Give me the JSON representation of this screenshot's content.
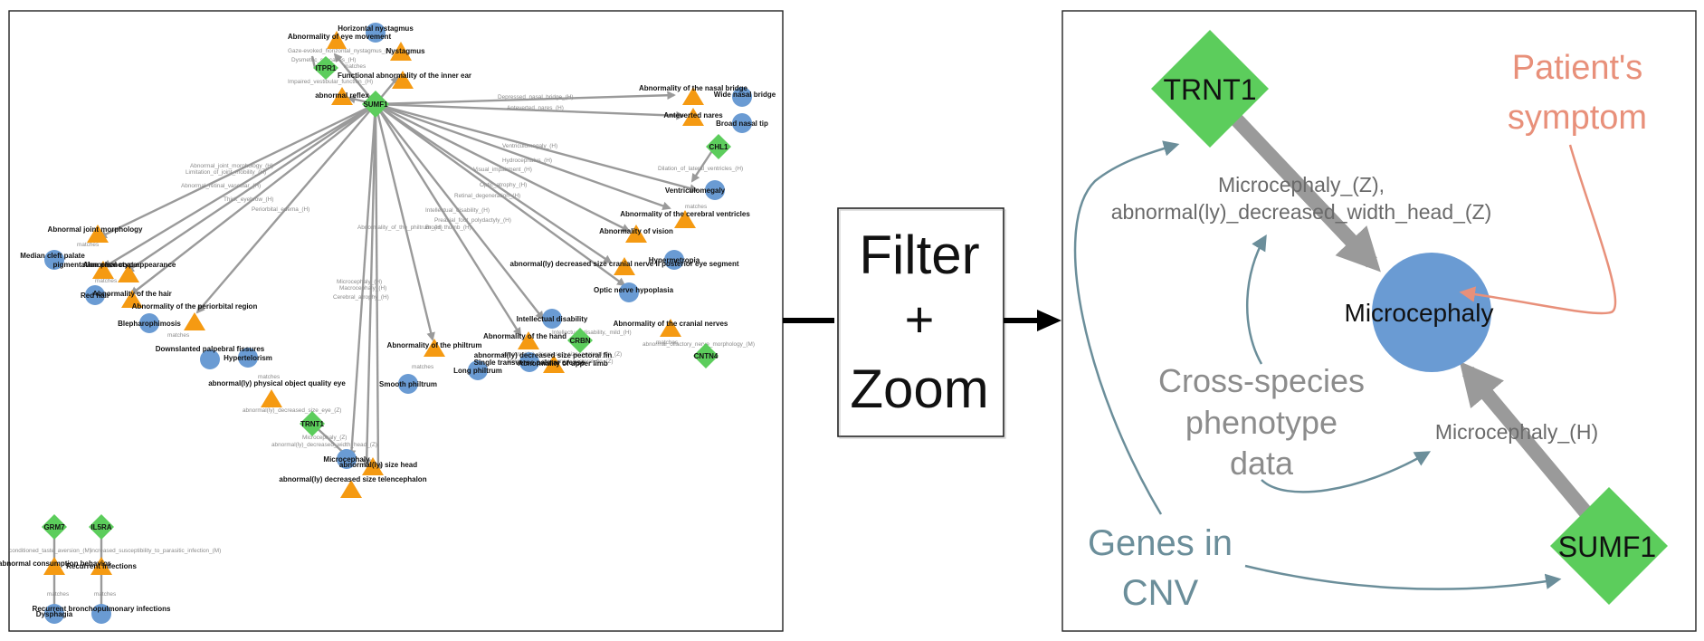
{
  "left_panel": {
    "genes": [
      "ITPR1",
      "SUMF1",
      "CHL1",
      "CRBN",
      "CNTN4",
      "TRNT1",
      "GRM7",
      "IL5RA"
    ],
    "phenotypes": [
      "Horizontal nystagmus",
      "Abnormality of eye movement",
      "Nystagmus",
      "Functional abnormality of the inner ear",
      "abnormal reflex",
      "Abnormality of the nasal bridge",
      "Wide nasal bridge",
      "Anteverted nares",
      "Broad nasal tip",
      "Ventriculomegaly",
      "Abnormality of the cerebral ventricles",
      "Abnormality of vision",
      "Hypermetropia",
      "abnormal(ly) decreased size cranial nerve II posterior eye segment",
      "Optic nerve hypoplasia",
      "Abnormality of the cranial nerves",
      "Intellectual disability",
      "Abnormality of the hand",
      "Single transverse palmar crease",
      "abnormal(ly) decreased size pectoral fin",
      "Abnormality of upper limb",
      "Abnormality of the philtrum",
      "Smooth philtrum",
      "Long philtrum",
      "Abnormal joint morphology",
      "Median cleft palate",
      "pigmentation phenotype",
      "Abnormal coat appearance",
      "Red hair",
      "Abnormality of the hair",
      "Blepharophimosis",
      "Abnormality of the periorbital region",
      "Downslanted palpebral fissures",
      "Hypertelorism",
      "abnormal(ly) physical object quality eye",
      "Microcephaly",
      "abnormal(ly) size head",
      "abnormal(ly) decreased size telencephalon",
      "abnormal consumption behavior",
      "Dysphagia",
      "Recurrent infections",
      "Recurrent bronchopulmonary infections"
    ],
    "edge_labels": [
      "Gaze-evoked_horizontal_nystagmus_(H)",
      "Dysmetric_saccades_(H)",
      "Impaired_vestibular_function_(H)",
      "matches",
      "Depressed_nasal_bridge_(H)",
      "Anteverted_nares_(H)",
      "Dilation_of_lateral_ventricles_(H)",
      "Ventriculomegaly_(H)",
      "Hydrocephalus_(H)",
      "Visual_impairment_(H)",
      "Optic_atrophy_(H)",
      "Retinal_degeneration_(H)",
      "Intellectual_disability_(H)",
      "Preaxial_foot_polydactyly_(H)",
      "Broad_thumb_(H)",
      "Abnormal_joint_morphology_(H)",
      "Limitation_of_joint_mobility_(H)",
      "Abnormal_retinal_vascular_(H)",
      "Thick_eyebrow_(H)",
      "Periorbital_edema_(H)",
      "Abnormality_of_the_philtrum_(H)",
      "Microcephaly_(H)",
      "Macrocephaly_(H)",
      "Cerebral_atrophy_(H)",
      "Intellectual_disability,_mild_(H)",
      "abnormal(ly)_decreased_size_pectoral_fin_(Z)",
      "abnormal(ly)_malformed_pectoral_fin_(Z)",
      "abnormal_olfactory_nerve_morphology_(M)",
      "abnormal(ly)_decreased_size_eye_(Z)",
      "Microcephaly_(Z)",
      "abnormal(ly)_decreased_width_head_(Z)",
      "conditioned_taste_aversion_(M)",
      "increased_susceptibility_to_parasitic_infection_(M)"
    ]
  },
  "middle_box": {
    "line1": "Filter",
    "line2": "+",
    "line3": "Zoom"
  },
  "right_panel": {
    "gene_top": "TRNT1",
    "gene_bottom": "SUMF1",
    "phenotype": "Microcephaly",
    "edge_label_top_line1": "Microcephaly_(Z),",
    "edge_label_top_line2": "abnormal(ly)_decreased_width_head_(Z)",
    "edge_label_bottom": "Microcephaly_(H)",
    "annotation_patient_line1": "Patient's",
    "annotation_patient_line2": "symptom",
    "annotation_cross_line1": "Cross-species",
    "annotation_cross_line2": "phenotype",
    "annotation_cross_line3": "data",
    "annotation_genes_line1": "Genes in",
    "annotation_genes_line2": "CNV"
  },
  "colors": {
    "gene_green": "#5ccd5c",
    "phenotype_blue": "#6a9bd3",
    "phenotype_orange": "#f59a12",
    "edge_grey": "#9a9a9a",
    "annot_teal": "#6b8e9a",
    "annot_red": "#e8907a",
    "annot_grey": "#8c8c8c"
  }
}
